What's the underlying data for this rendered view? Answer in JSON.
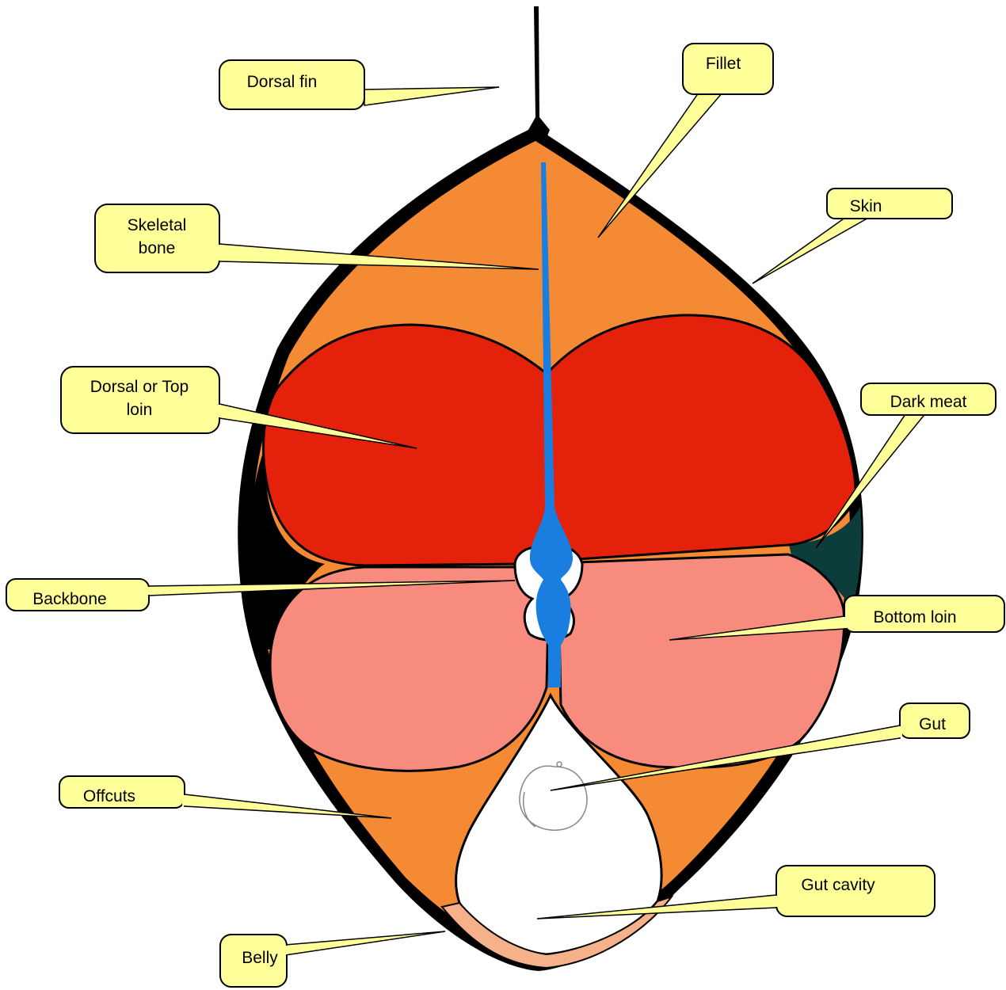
{
  "colors": {
    "fillet": "#f58a34",
    "top_loin": "#e4210b",
    "bottom_loin": "#f78b7e",
    "bone": "#1a7de0",
    "dark_meat": "#0c3d3b",
    "belly": "#f4b18a",
    "skin": "#000000",
    "callout": "#ffff99"
  },
  "labels": {
    "dorsal_fin": "Dorsal fin",
    "fillet": "Fillet",
    "skin": "Skin",
    "skeletal_bone_1": "Skeletal",
    "skeletal_bone_2": "bone",
    "top_loin_1": "Dorsal or Top",
    "top_loin_2": "loin",
    "dark_meat": "Dark meat",
    "backbone": "Backbone",
    "bottom_loin": "Bottom loin",
    "gut": "Gut",
    "offcuts": "Offcuts",
    "gut_cavity": "Gut cavity",
    "belly": "Belly"
  }
}
